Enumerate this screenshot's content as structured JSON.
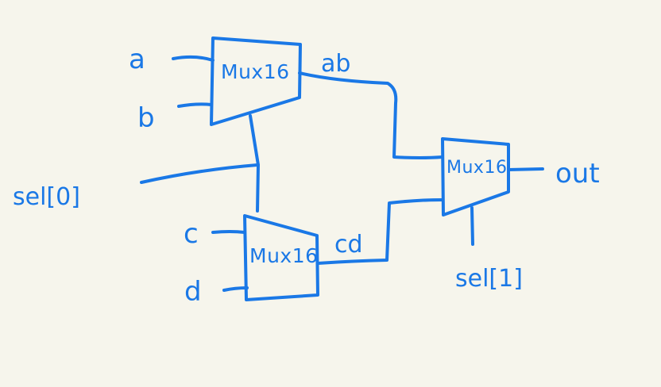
{
  "colors": {
    "background": "#f6f5ec",
    "ink": "#1a78e6"
  },
  "blocks": {
    "mux_top": "Mux16",
    "mux_bottom": "Mux16",
    "mux_right": "Mux16"
  },
  "inputs": {
    "a": "a",
    "b": "b",
    "c": "c",
    "d": "d",
    "sel0": "sel[0]",
    "sel1": "sel[1]"
  },
  "wires": {
    "ab": "ab",
    "cd": "cd"
  },
  "outputs": {
    "out": "out"
  }
}
